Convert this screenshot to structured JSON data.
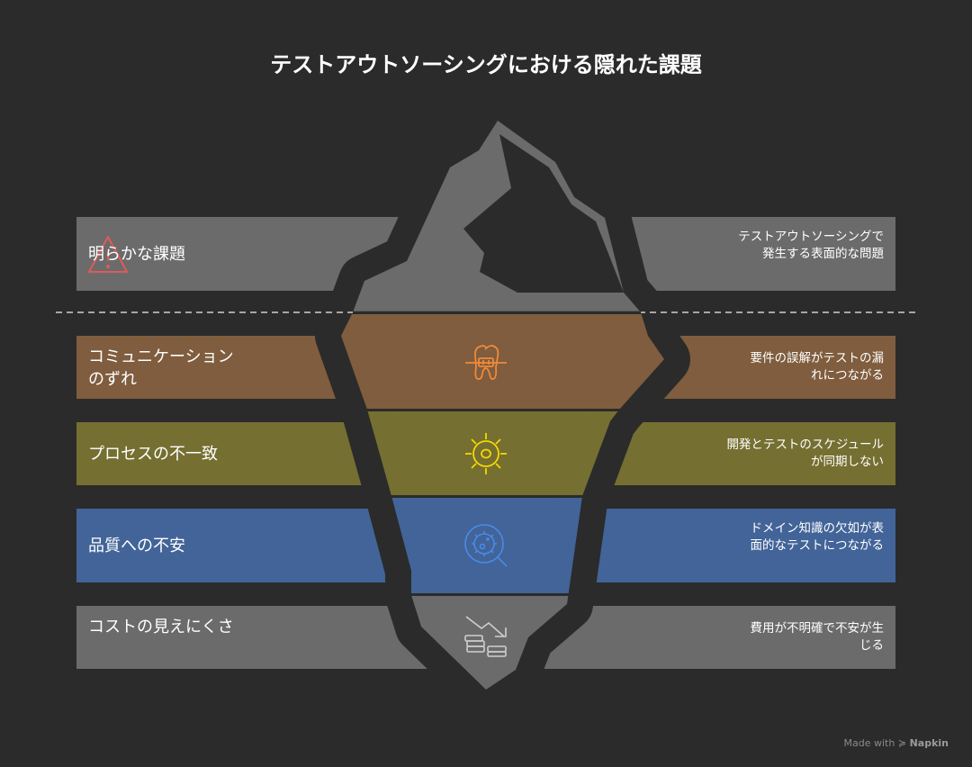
{
  "title": "テストアウトソーシングにおける隠れた課題",
  "colors": {
    "background": "#2b2b2b",
    "gray": "#6b6b6b",
    "brown": "#7f5d3e",
    "olive": "#756f31",
    "blue": "#426498",
    "warning": "#e05a5a",
    "tooth": "#f08a3a",
    "sun": "#f5d800",
    "microbe": "#4a8ae8",
    "money": "#cfcfcf"
  },
  "rows": [
    {
      "label": "明らかな課題",
      "desc": "テストアウトソーシングで発生する表面的な問題",
      "icon": "warning-icon"
    },
    {
      "label": "コミュニケーションのずれ",
      "desc": "要件の誤解がテストの漏れにつながる",
      "icon": "tooth-braces-icon"
    },
    {
      "label": "プロセスの不一致",
      "desc": "開発とテストのスケジュールが同期しない",
      "icon": "sun-cell-icon"
    },
    {
      "label": "品質への不安",
      "desc": "ドメイン知識の欠如が表面的なテストにつながる",
      "icon": "microbe-search-icon"
    },
    {
      "label": "コストの見えにくさ",
      "desc": "費用が不明確で不安が生じる",
      "icon": "money-decline-icon"
    }
  ],
  "footer": {
    "prefix": "Made with",
    "brand": "Napkin"
  }
}
